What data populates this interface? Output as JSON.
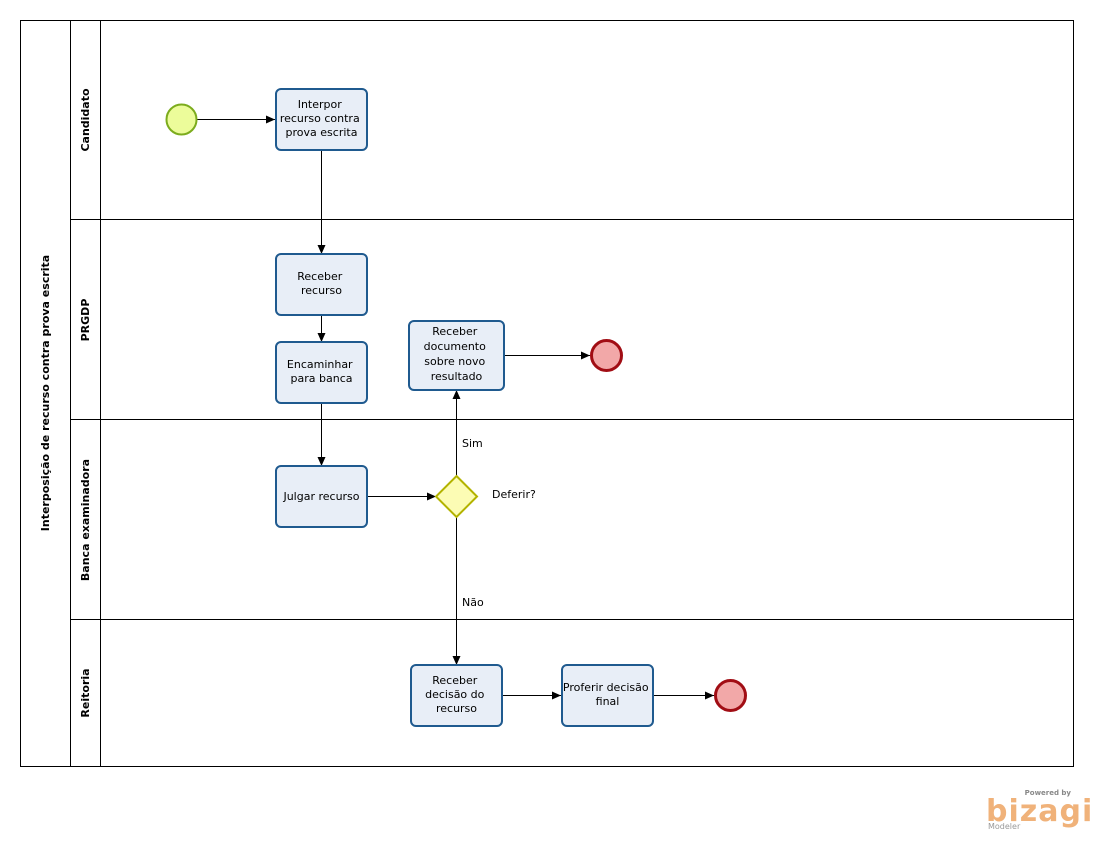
{
  "pool": {
    "title": "Interposição de recurso contra prova escrita"
  },
  "lanes": [
    {
      "title": "Candidato"
    },
    {
      "title": "PRGDP"
    },
    {
      "title": "Banca examinadora"
    },
    {
      "title": "Reitoria"
    }
  ],
  "tasks": {
    "interpor": [
      "Interpor",
      "recurso contra",
      "prova escrita"
    ],
    "receber_recurso": [
      "Receber",
      "recurso"
    ],
    "encaminhar": [
      "Encaminhar",
      "para banca"
    ],
    "receber_documento": [
      "Receber",
      "documento",
      "sobre novo",
      "resultado"
    ],
    "julgar": [
      "Julgar recurso"
    ],
    "receber_decisao": [
      "Receber",
      "decisão do",
      "recurso"
    ],
    "proferir": [
      "Proferir decisão",
      "final"
    ]
  },
  "gateway": {
    "label": "Deferir?"
  },
  "flow_labels": {
    "sim": "Sim",
    "nao": "Não"
  },
  "branding": {
    "powered": "Powered by",
    "logo": "bizagi",
    "sub": "Modeler"
  },
  "colors": {
    "task_fill": "#e8eef7",
    "task_stroke": "#1f5a8f",
    "start_fill": "#ecfc9a",
    "start_stroke": "#7cac1d",
    "end_fill": "#f2a8a8",
    "end_stroke": "#a10d14",
    "gateway_fill": "#fcfcb4",
    "gateway_stroke": "#b3b300"
  }
}
